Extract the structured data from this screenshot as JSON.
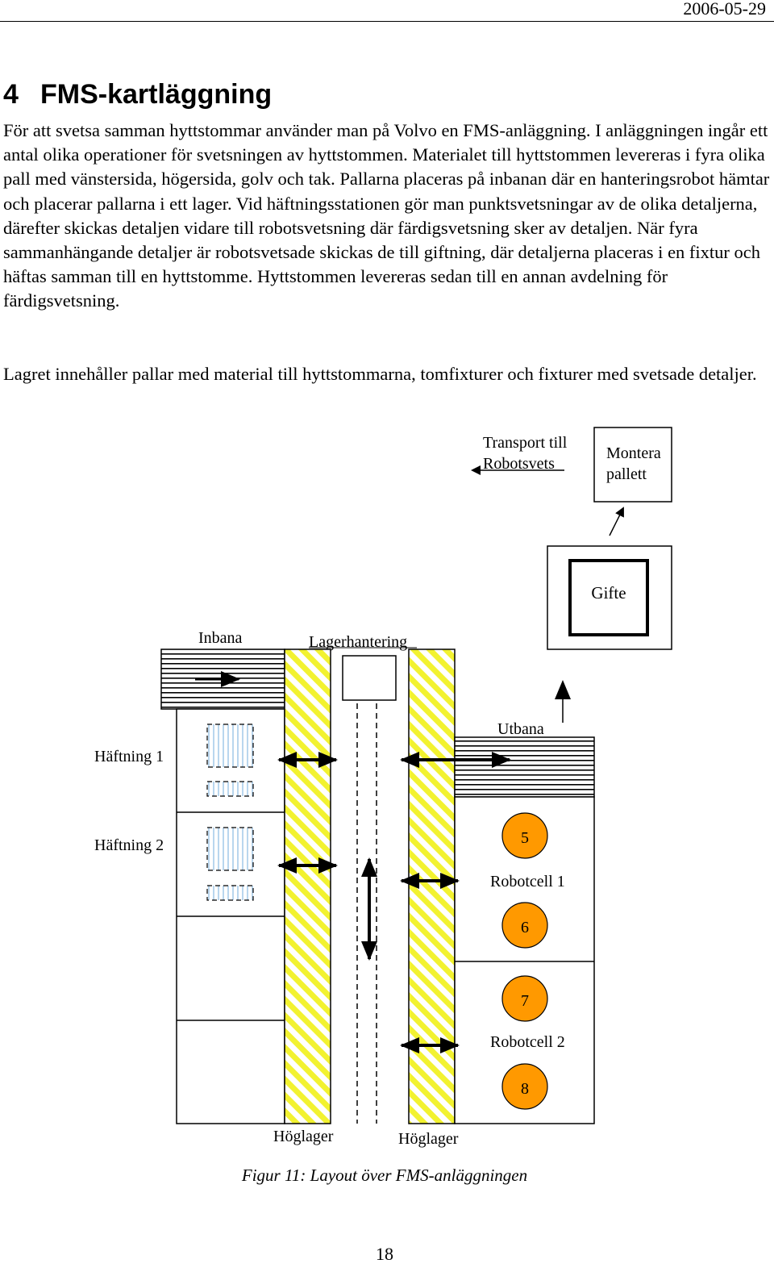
{
  "header": {
    "date": "2006-05-29"
  },
  "section": {
    "number": "4",
    "title": "FMS-kartläggning"
  },
  "paragraphs": [
    "För att svetsa samman hyttstommar använder man på Volvo en FMS-anläggning. I anläggningen ingår ett antal olika operationer för svetsningen av hyttstommen. Materialet till hyttstommen levereras i fyra olika pall med vänstersida, högersida, golv och tak. Pallarna placeras på inbanan där en hanteringsrobot hämtar och placerar pallarna i ett lager. Vid häftningsstationen gör man punktsvetsningar av de olika detaljerna, därefter skickas detaljen vidare till robotsvetsning där färdigsvetsning sker av detaljen. När fyra sammanhängande detaljer är robotsvetsade skickas de till giftning, där detaljerna placeras i en fixtur och häftas samman till en hyttstomme. Hyttstommen levereras sedan till en annan avdelning för färdigsvetsning.",
    "Lagret innehåller pallar med material till hyttstommarna, tomfixturer och fixturer med svetsade detaljer."
  ],
  "figure": {
    "labels": {
      "transport": [
        "Transport till",
        "Robotsvets"
      ],
      "montera": [
        "Montera",
        "pallett"
      ],
      "gifte": "Gifte",
      "inbana": "Inbana",
      "lagerhantering": "Lagerhantering",
      "utbana": "Utbana",
      "haftning1": "Häftning 1",
      "haftning2": "Häftning 2",
      "robotcell1": "Robotcell 1",
      "robotcell2": "Robotcell 2",
      "hoglager_left": "Höglager",
      "hoglager_right": "Höglager"
    },
    "robots": [
      "5",
      "6",
      "7",
      "8"
    ],
    "colors": {
      "hatch": "#f2f230",
      "robot": "#ff9900",
      "fixture": "#b9d6ee"
    },
    "caption": "Figur 11: Layout över FMS-anläggningen"
  },
  "page_number": "18"
}
